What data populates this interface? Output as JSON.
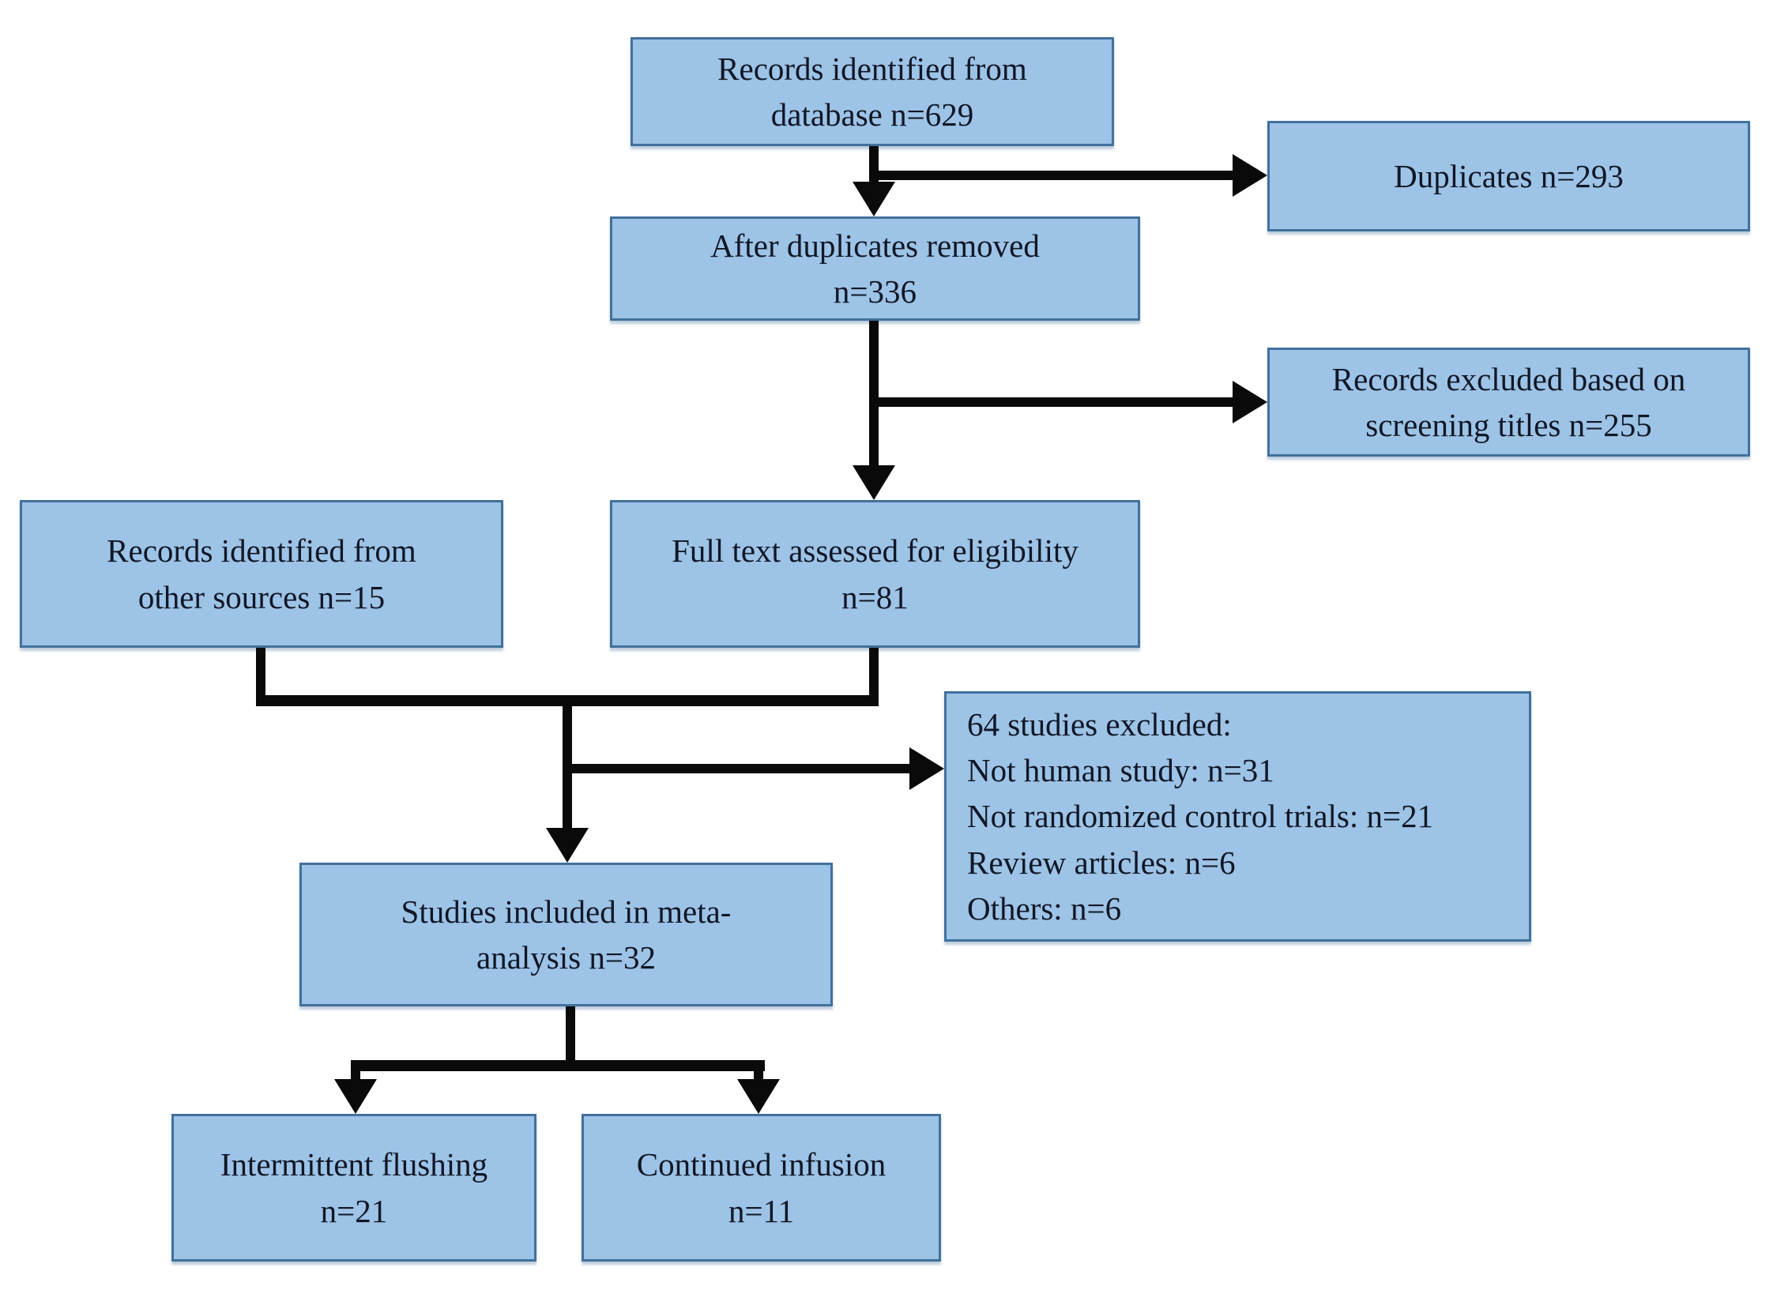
{
  "figure": {
    "type": "prisma-flow-diagram",
    "colors": {
      "box_fill": "#9dc3e6",
      "box_border": "#41719c",
      "arrow": "#0a0a0a",
      "text": "#101726",
      "background": "#ffffff"
    },
    "boxes": {
      "records_database": "Records identified from\ndatabase n=629",
      "duplicates": "Duplicates n=293",
      "after_duplicates": "After duplicates removed\nn=336",
      "records_excluded": "Records excluded based on\nscreening titles n=255",
      "other_sources": "Records identified from\nother sources n=15",
      "full_text": "Full text assessed for eligibility\nn=81",
      "studies_excluded": "64 studies excluded:\nNot human study: n=31\nNot randomized control trials: n=21\nReview articles: n=6\nOthers: n=6",
      "meta_analysis": "Studies included in meta-\nanalysis n=32",
      "intermittent_flushing": "Intermittent flushing\nn=21",
      "continued_infusion": "Continued infusion\nn=11"
    }
  }
}
